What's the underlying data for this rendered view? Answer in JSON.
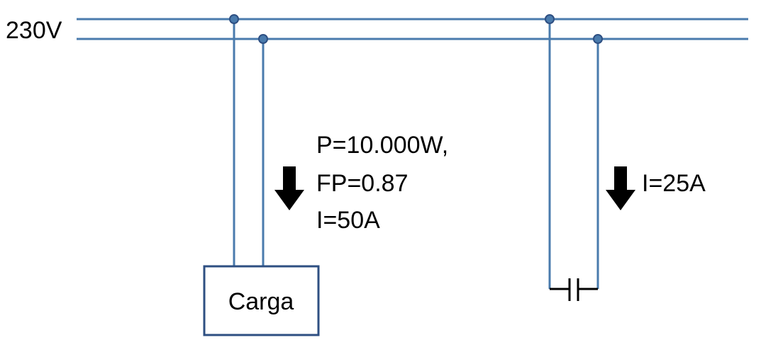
{
  "supply": {
    "voltage_label": "230V"
  },
  "load_branch": {
    "box_label": "Carga",
    "power_label": "P=10.000W,",
    "pf_label": "FP=0.87",
    "current_label": "I=50A"
  },
  "capacitor_branch": {
    "current_label": "I=25A"
  },
  "colors": {
    "wire": "#4a7bad",
    "node_fill": "#4a7bad",
    "node_stroke": "#2e4f82",
    "box_stroke": "#2e4f82",
    "arrow": "#000000",
    "capacitor": "#000000"
  }
}
